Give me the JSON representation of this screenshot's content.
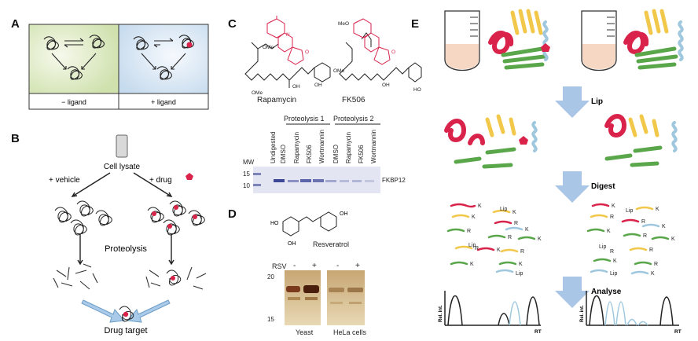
{
  "panels": {
    "A": {
      "letter": "A",
      "left_label": "− ligand",
      "right_label": "+ ligand"
    },
    "B": {
      "letter": "B",
      "lysate_label": "Cell lysate",
      "vehicle_label": "+ vehicle",
      "drug_label": "+ drug",
      "proteolysis_label": "Proteolysis",
      "target_label": "Drug target"
    },
    "C": {
      "letter": "C",
      "compound1": "Rapamycin",
      "compound2": "FK506",
      "proteolysis1": "Proteolysis 1",
      "proteolysis2": "Proteolysis 2",
      "lanes": [
        "Undigested",
        "DMSO",
        "Rapamycin",
        "FK506",
        "Wortmannin",
        "DMSO",
        "Rapamycin",
        "FK506",
        "Wortmannin"
      ],
      "mw_label": "MW",
      "mw_marks": [
        "15",
        "10"
      ],
      "band_label": "FKBP12",
      "structure_labels": [
        "OMe",
        "OMe",
        "OMe",
        "OH",
        "OH",
        "OH",
        "HO",
        "MeO",
        "O",
        "O",
        "N"
      ]
    },
    "D": {
      "letter": "D",
      "compound": "Resveratrol",
      "rsv_label": "RSV",
      "signs": [
        "-",
        "+",
        "-",
        "+"
      ],
      "mw_marks": [
        "20",
        "15"
      ],
      "group1": "Yeast",
      "group2": "HeLa cells",
      "oh_labels": [
        "HO",
        "OH",
        "OH"
      ]
    },
    "E": {
      "letter": "E",
      "step1": "Lip",
      "step2": "Digest",
      "step3": "Analyse",
      "peptides_left": [
        "K",
        "K",
        "K",
        "R",
        "R",
        "R",
        "K",
        "K",
        "R",
        "K",
        "R",
        "K",
        "K",
        "Lip",
        "Lip",
        "Lip"
      ],
      "peptides_right": [
        "K",
        "Lip",
        "K",
        "R",
        "R",
        "K",
        "K",
        "R",
        "K",
        "R",
        "K",
        "R",
        "R",
        "Lip",
        "Lip",
        "K"
      ],
      "axis_x": "RT",
      "axis_y": "Rel. int."
    }
  },
  "colors": {
    "green_bg": "#dde9c4",
    "blue_bg": "#d8e6f2",
    "arrow_blue": "#8fb7de",
    "red": "#d9234b",
    "yellow": "#f2c84b",
    "green": "#5aa64b",
    "light_blue": "#9fc8de",
    "tube_fill": "#f6d7c4"
  }
}
